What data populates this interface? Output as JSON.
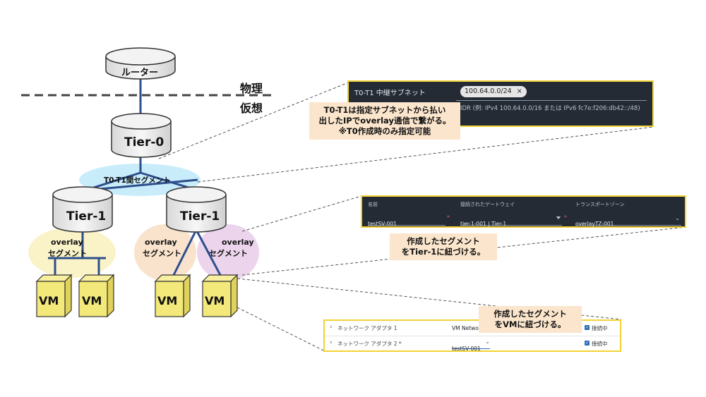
{
  "diagram": {
    "router_label": "ルーター",
    "physical_label": "物理",
    "virtual_label": "仮想",
    "tier0_label": "Tier-0",
    "t0t1_segment_label": "T0-T1間セグメント",
    "tier1_left_label": "Tier-1",
    "tier1_right_label": "Tier-1",
    "overlay_left_line1": "overlay",
    "overlay_left_line2": "セグメント",
    "overlay_mid_line1": "overlay",
    "overlay_mid_line2": "セグメント",
    "overlay_right_line1": "overlay",
    "overlay_right_line2": "セグメント",
    "vm_labels": [
      "VM",
      "VM",
      "VM",
      "VM"
    ]
  },
  "notes": {
    "t0t1_lines": [
      "T0-T1は指定サブネットから払い",
      "出したIPでoverlay通信で繋がる。",
      "※T0作成時のみ指定可能"
    ],
    "segment_gateway_lines": [
      "作成したセグメント",
      "をTier-1に紐づける。"
    ],
    "segment_vm_lines": [
      "作成したセグメント",
      "をVMに紐づける。"
    ]
  },
  "panel_subnet": {
    "label": "T0-T1 中継サブネット",
    "chip_value": "100.64.0.0/24",
    "chip_close": "×",
    "hint": "CIDR (例: IPv4 100.64.0.0/16 または IPv6 fc7e:f206:db42::/48)"
  },
  "panel_segment": {
    "headers": [
      "名前",
      "接続されたゲートウェイ",
      "トランスポートゾーン"
    ],
    "name_value": "testSV-001",
    "gateway_value": "tier-1-001 | Tier-1",
    "transport_value": "overlayTZ-001",
    "required_mark": "*"
  },
  "panel_vm": {
    "rows": [
      {
        "label": "ネットワーク アダプタ 1",
        "network": "VM Network",
        "status": "接続中"
      },
      {
        "label": "ネットワーク アダプタ 2 *",
        "network": "testSV-001",
        "status": "接続中"
      }
    ]
  },
  "colors": {
    "link_blue": "#2d4f8c",
    "cylinder_fill": "#ededed",
    "segment_blue": "#c9ecfb",
    "overlay_yellow": "#fbf3c8",
    "overlay_orange": "#f9e3cc",
    "overlay_purple": "#ecd5ec",
    "vm_yellow": "#f3e97a",
    "panel_border": "#f2d335",
    "note_bg": "#fbe5cc"
  }
}
